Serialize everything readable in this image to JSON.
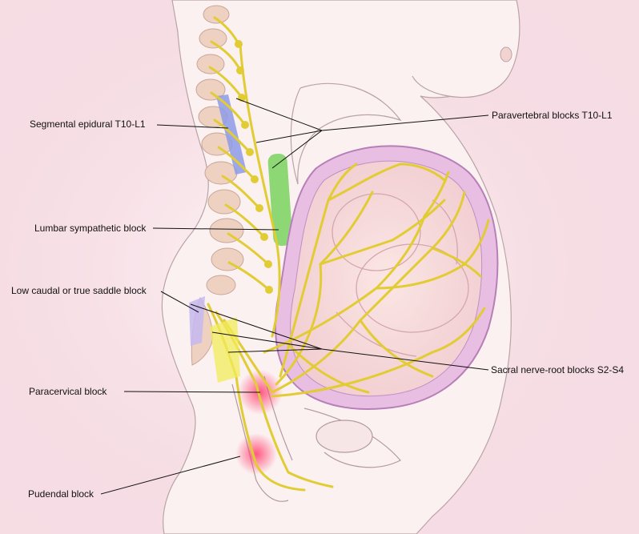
{
  "labels": {
    "segmental_epidural": "Segmental epidural T10-L1",
    "paravertebral": "Paravertebral blocks T10-L1",
    "lumbar_sympathetic": "Lumbar sympathetic block",
    "low_caudal": "Low caudal or true saddle block",
    "sacral_nerve_root": "Sacral nerve-root blocks S2-S4",
    "paracervical": "Paracervical block",
    "pudendal": "Pudendal block"
  },
  "colors": {
    "background": "#f6dde4",
    "skin": "#fbf1f1",
    "nerve": "#e2cc34",
    "epidural_highlight": "#8d9be6",
    "sympathetic_highlight": "#79d35f",
    "caudal_highlight": "#c6b8f0",
    "block_highlight": "#ff5a83",
    "uterus_wall": "#d5a4d6",
    "bone": "#e9c8b8"
  }
}
